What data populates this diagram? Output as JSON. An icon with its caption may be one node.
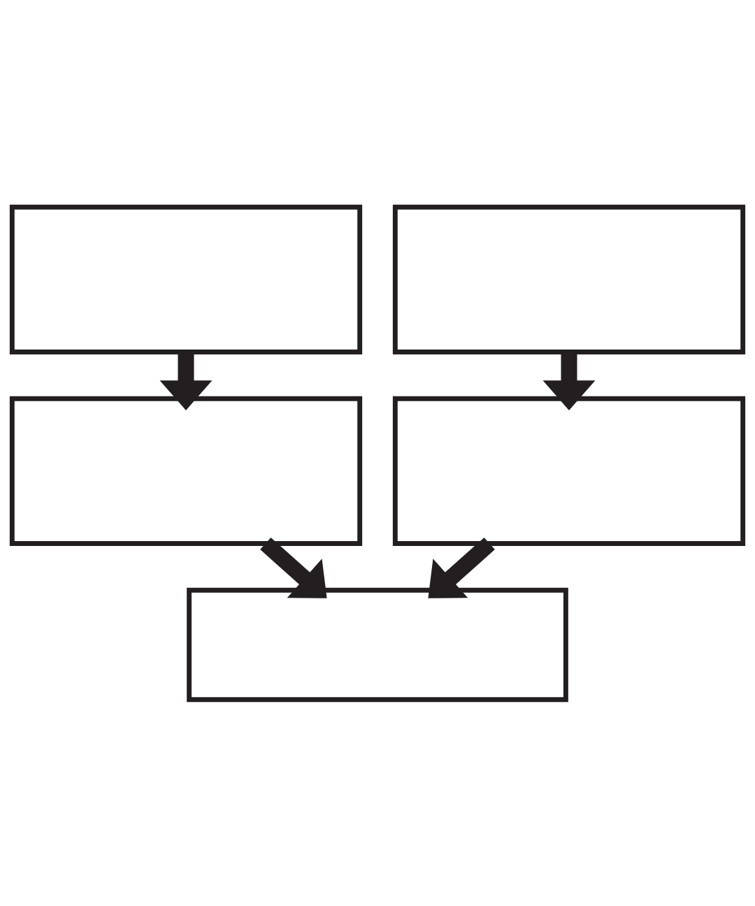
{
  "diagram": {
    "nodes": [
      {
        "text": [],
        "shape": "box"
      },
      {
        "text": [],
        "shape": "box"
      },
      {
        "text": [],
        "shape": "box"
      },
      {
        "text": [],
        "shape": "box"
      },
      {
        "text": [],
        "shape": "box"
      }
    ],
    "edges": [
      {
        "from": 0,
        "to": 2,
        "arrow": "to"
      },
      {
        "from": 1,
        "to": 3,
        "arrow": "to"
      },
      {
        "from": 2,
        "to": 4,
        "arrow": "to"
      },
      {
        "from": 3,
        "to": 4,
        "arrow": "to"
      }
    ]
  }
}
